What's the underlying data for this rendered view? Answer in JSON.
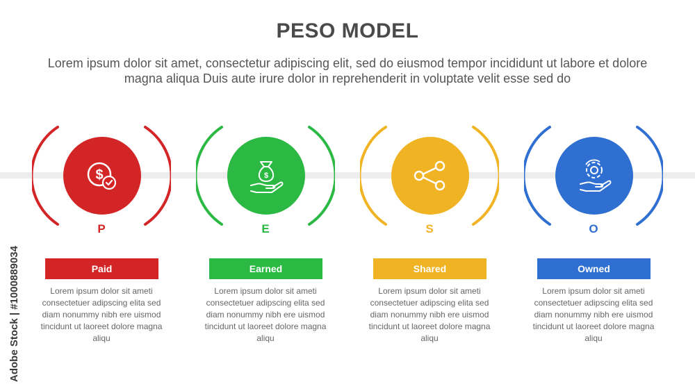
{
  "title": "PESO MODEL",
  "subtitle": "Lorem ipsum dolor sit amet, consectetur adipiscing elit, sed do eiusmod tempor incididunt ut labore et dolore magna aliqua Duis aute irure dolor in reprehenderit in voluptate velit esse sed do",
  "items": [
    {
      "letter": "P",
      "label": "Paid",
      "color": "#d42526",
      "icon": "dollar-check-icon",
      "description": "Lorem ipsum dolor sit ameti consectetuer adipscing elita sed diam nonummy nibh ere uismod tincidunt ut laoreet dolore magna aliqu"
    },
    {
      "letter": "E",
      "label": "Earned",
      "color": "#2bb944",
      "icon": "money-bag-hand-icon",
      "description": "Lorem ipsum dolor sit ameti consectetuer adipscing elita sed diam nonummy nibh ere uismod tincidunt ut laoreet dolore magna aliqu"
    },
    {
      "letter": "S",
      "label": "Shared",
      "color": "#f0b323",
      "icon": "share-icon",
      "description": "Lorem ipsum dolor sit ameti consectetuer adipscing elita sed diam nonummy nibh ere uismod tincidunt ut laoreet dolore magna aliqu"
    },
    {
      "letter": "O",
      "label": "Owned",
      "color": "#2f6fd1",
      "icon": "hand-gear-icon",
      "description": "Lorem ipsum dolor sit ameti consectetuer adipscing elita sed diam nonummy nibh ere uismod tincidunt ut laoreet dolore magna aliqu"
    }
  ],
  "watermark": "Adobe Stock | #1000889034"
}
